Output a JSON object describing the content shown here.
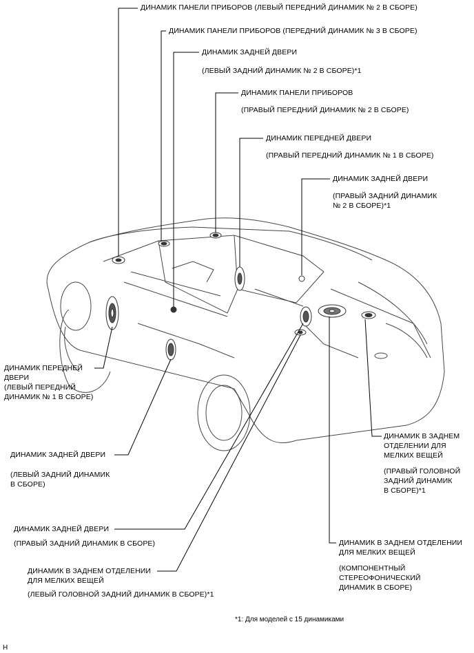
{
  "labels": {
    "ip_left": {
      "main": "ДИНАМИК ПАНЕЛИ ПРИБОРОВ (ЛЕВЫЙ ПЕРЕДНИЙ ДИНАМИК № 2 В СБОРЕ)"
    },
    "ip_front": {
      "main": "ДИНАМИК ПАНЕЛИ ПРИБОРОВ (ПЕРЕДНИЙ ДИНАМИК № 3 В СБОРЕ)"
    },
    "rear_door_left2": {
      "main": "ДИНАМИК ЗАДНЕЙ ДВЕРИ",
      "sub": "(ЛЕВЫЙ ЗАДНИЙ ДИНАМИК № 2 В СБОРЕ)*1"
    },
    "ip_right": {
      "main": "ДИНАМИК ПАНЕЛИ ПРИБОРОВ",
      "sub": "(ПРАВЫЙ ПЕРЕДНИЙ ДИНАМИК № 2 В СБОРЕ)"
    },
    "front_door_right": {
      "main": "ДИНАМИК ПЕРЕДНЕЙ ДВЕРИ",
      "sub": "(ПРАВЫЙ ПЕРЕДНИЙ ДИНАМИК № 1 В СБОРЕ)"
    },
    "rear_door_right2": {
      "main": "ДИНАМИК ЗАДНЕЙ ДВЕРИ",
      "sub1": "(ПРАВЫЙ ЗАДНИЙ ДИНАМИК",
      "sub2": "№ 2 В СБОРЕ)*1"
    },
    "front_door_left": {
      "l1": "ДИНАМИК ПЕРЕДНЕЙ",
      "l2": "ДВЕРИ",
      "l3": "(ЛЕВЫЙ ПЕРЕДНИЙ",
      "l4": "ДИНАМИК № 1 В СБОРЕ)"
    },
    "rear_door_left": {
      "main": "ДИНАМИК ЗАДНЕЙ ДВЕРИ",
      "sub1": "(ЛЕВЫЙ ЗАДНИЙ ДИНАМИК",
      "sub2": "В СБОРЕ)"
    },
    "rear_door_right": {
      "main": "ДИНАМИК ЗАДНЕЙ ДВЕРИ",
      "sub": "(ПРАВЫЙ ЗАДНИЙ ДИНАМИК В СБОРЕ)"
    },
    "rear_shelf_left": {
      "l1": "ДИНАМИК В ЗАДНЕМ ОТДЕЛЕНИИ",
      "l2": "ДЛЯ МЕЛКИХ ВЕЩЕЙ",
      "sub": "(ЛЕВЫЙ ГОЛОВНОЙ ЗАДНИЙ ДИНАМИК В СБОРЕ)*1"
    },
    "rear_shelf_right": {
      "l1": "ДИНАМИК В ЗАДНЕМ",
      "l2": "ОТДЕЛЕНИИ ДЛЯ",
      "l3": "МЕЛКИХ ВЕЩЕЙ",
      "s1": "(ПРАВЫЙ ГОЛОВНОЙ",
      "s2": "ЗАДНИЙ ДИНАМИК",
      "s3": "В СБОРЕ)*1"
    },
    "rear_shelf_center": {
      "l1": "ДИНАМИК В ЗАДНЕМ ОТДЕЛЕНИИ",
      "l2": "ДЛЯ МЕЛКИХ ВЕЩЕЙ",
      "s1": "(КОМПОНЕНТНЫЙ",
      "s2": "СТЕРЕОФОНИЧЕСКИЙ",
      "s3": "ДИНАМИК В СБОРЕ)"
    }
  },
  "footnote": "*1: Для моделей с 15 динамиками",
  "corner_mark": "H",
  "colors": {
    "line": "#000000",
    "car": "#444444",
    "speaker": "#333333"
  }
}
